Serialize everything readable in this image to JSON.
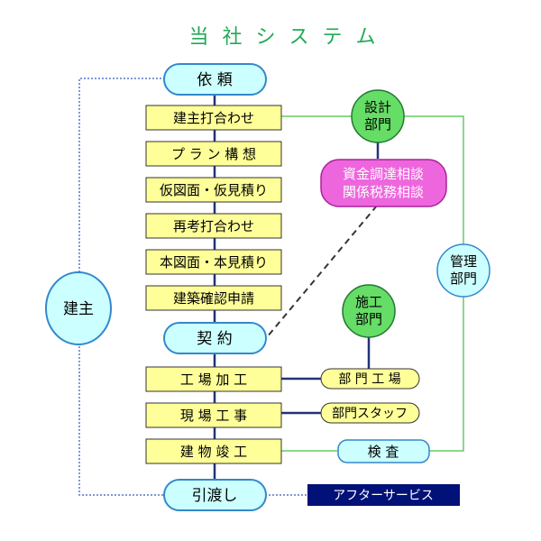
{
  "title": "当 社 シ ス テ ム",
  "flow": {
    "request": "依 頼",
    "steps1": [
      "建主打合わせ",
      "プ ラ ン 構 想",
      "仮図面・仮見積り",
      "再考打合わせ",
      "本図面・本見積り",
      "建築確認申請"
    ],
    "contract": "契 約",
    "steps2": [
      "工 場 加 工",
      "現 場 工 事",
      "建 物 竣 工"
    ],
    "handover": "引渡し"
  },
  "nodes": {
    "owner": "建主",
    "design_dept": [
      "設計",
      "部門"
    ],
    "finance": [
      "資金調達相談",
      "関係税務相談"
    ],
    "management_dept": [
      "管理",
      "部門"
    ],
    "construction_dept": [
      "施工",
      "部門"
    ],
    "factory_dept": "部 門 工 場",
    "staff_dept": "部門スタッフ",
    "inspection": "検 査",
    "after_service": "アフターサービス"
  },
  "colors": {
    "title": "#22aa55",
    "step_fill": "#ffff99",
    "cyan_fill": "#ccffff",
    "cyan_stroke": "#3388cc",
    "dept_fill": "#66dd66",
    "pink_fill": "#ee66dd",
    "green_line": "#66cc66",
    "navy": "#001177"
  }
}
